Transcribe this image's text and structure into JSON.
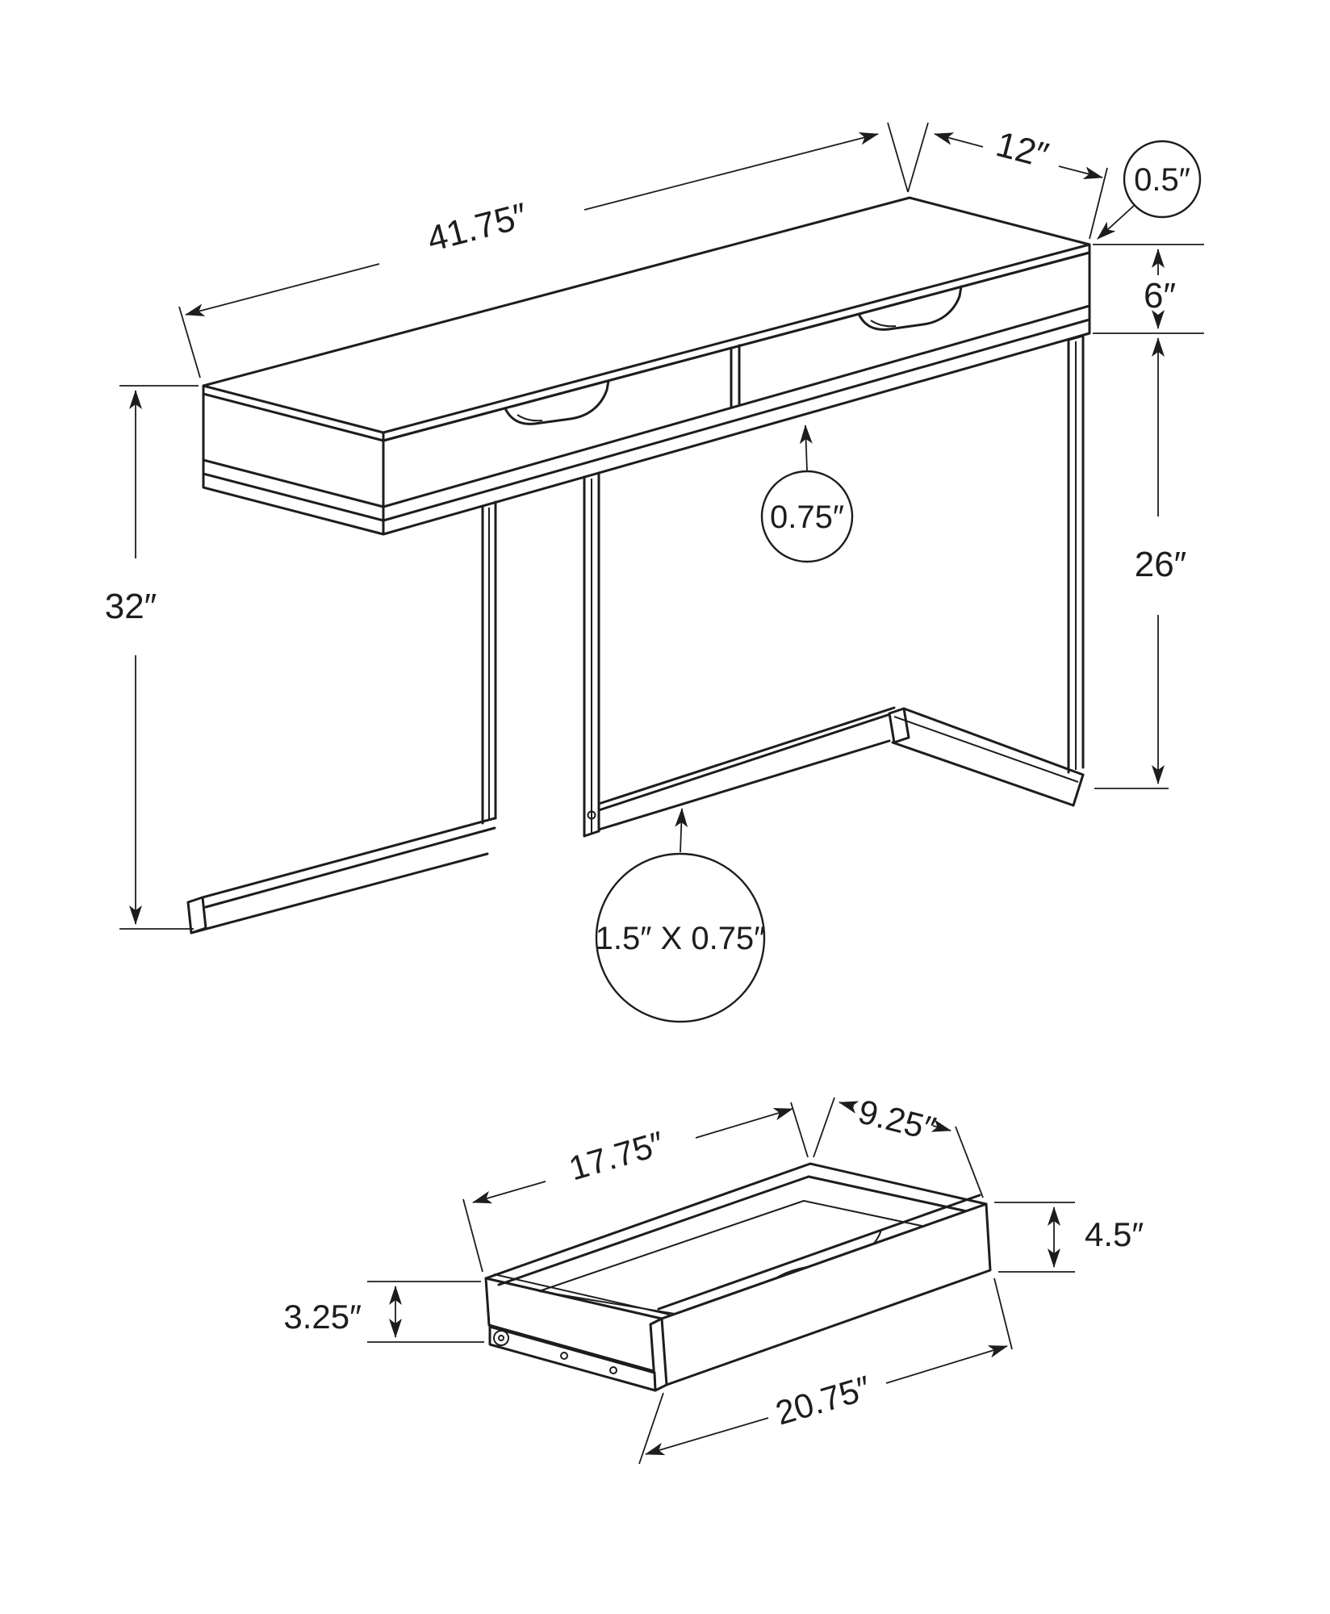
{
  "diagram": {
    "type": "furniture-dimension-drawing",
    "subject": "console table with two drawers and metal tube frame",
    "units": "inches",
    "line_color": "#1d1d1f",
    "background_color": "#ffffff",
    "main_view": {
      "length_label": "41.75″",
      "depth_label": "12″",
      "top_thickness_label": "0.5″",
      "apron_height_label": "6″",
      "leg_clearance_label": "26″",
      "overall_height_label": "32″",
      "bottom_panel_thickness_label": "0.75″",
      "tube_size_label": "1.5″ X 0.75″"
    },
    "drawer_view": {
      "interior_length_label": "17.75″",
      "interior_depth_label": "9.25″",
      "front_height_label": "4.5″",
      "side_height_label": "3.25″",
      "front_width_label": "20.75″"
    }
  }
}
